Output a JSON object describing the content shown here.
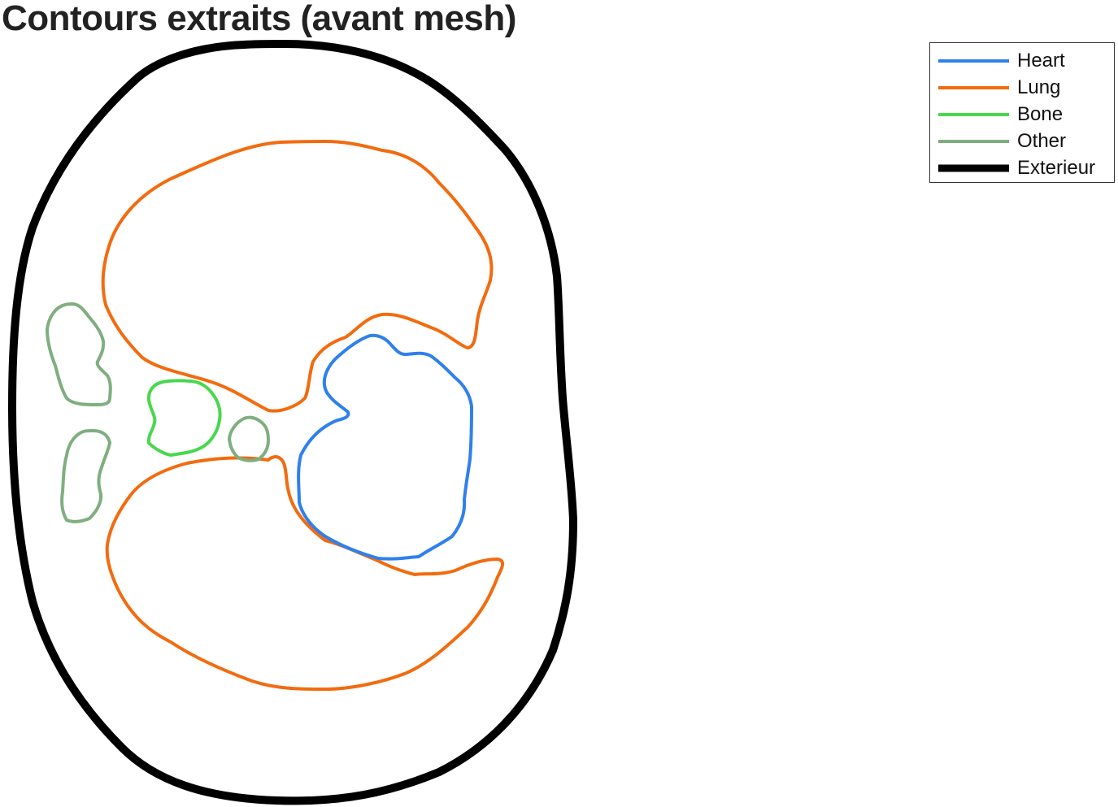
{
  "figure": {
    "title": "Contours extraits (avant mesh)"
  },
  "legend": {
    "items": [
      {
        "label": "Heart",
        "color": "#2f80ed",
        "line": "thin"
      },
      {
        "label": "Lung",
        "color": "#f26b0f",
        "line": "thin"
      },
      {
        "label": "Bone",
        "color": "#47d84d",
        "line": "thin"
      },
      {
        "label": "Other",
        "color": "#7fae7f",
        "line": "thin"
      },
      {
        "label": "Exterieur",
        "color": "#000000",
        "line": "thick"
      }
    ]
  }
}
